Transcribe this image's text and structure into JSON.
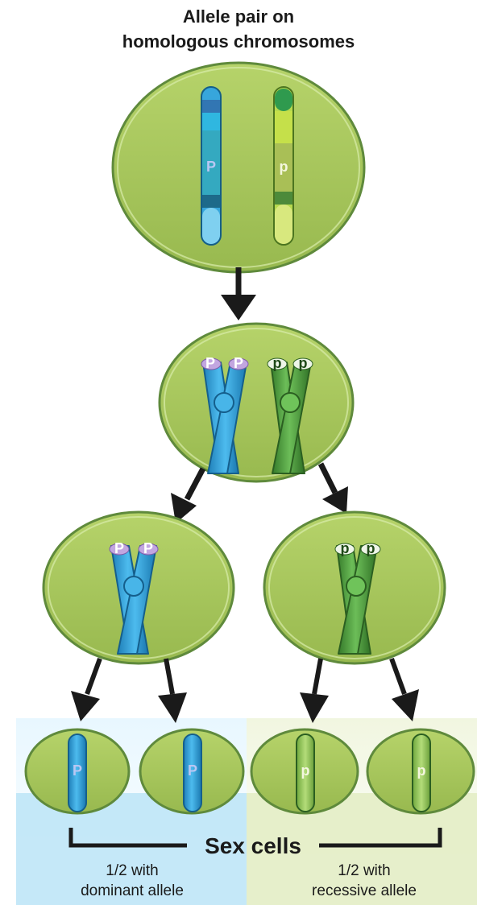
{
  "title": {
    "line1": "Allele pair on",
    "line2": "homologous chromosomes"
  },
  "alleles": {
    "dominant": "P",
    "recessive": "p"
  },
  "bottom": {
    "sex_cells_label": "Sex cells",
    "left_line1": "1/2 with",
    "left_line2": "dominant allele",
    "right_line1": "1/2 with",
    "right_line2": "recessive allele"
  },
  "colors": {
    "cell_fill": "#a3c257",
    "cell_border": "#5f8a3c",
    "blue_chromosome": "#3aa6dc",
    "green_chromosome": "#55a23f",
    "arrow": "#1a1a1a",
    "panel_blue": "#bfe6f7",
    "panel_green": "#e3edc5"
  }
}
